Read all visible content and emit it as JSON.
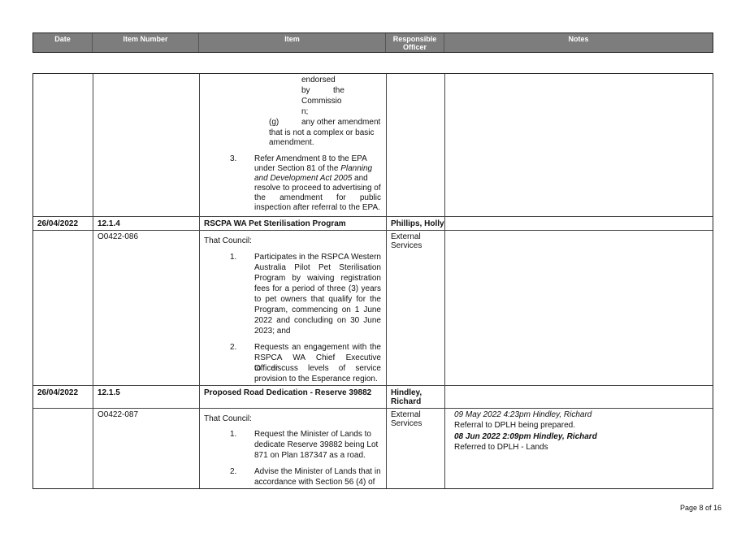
{
  "header": {
    "date": "Date",
    "item_number": "Item Number",
    "item": "Item",
    "responsible_officer": "Responsible Officer",
    "notes": "Notes"
  },
  "continued": {
    "lines": [
      "endorsed",
      "by",
      "the",
      "Commissio",
      "n;"
    ],
    "g_label": "(g)",
    "g_text_1": "any other amendment",
    "g_text_2": "that is not a complex or basic",
    "g_text_3": "amendment.",
    "item3_num": "3.",
    "item3_l1": "Refer Amendment 8 to the EPA",
    "item3_l2": "under Section 81 of the ",
    "item3_l2i": "Planning",
    "item3_l3i": "and Development Act 2005",
    "item3_l3": " and",
    "item3_l4": "resolve to proceed to advertising of",
    "item3_l5": "the amendment for public",
    "item3_l6": "inspection after referral to the EPA."
  },
  "rows": [
    {
      "date": "26/04/2022",
      "item_number": "12.1.4",
      "title": "RSCPA WA Pet Sterilisation Program",
      "officer": "Phillips, Holly",
      "ref": "O0422-086",
      "dept_1": "External",
      "dept_2": "Services",
      "intro": "That Council:",
      "p1_num": "1.",
      "p1": [
        "Participates in the RSPCA Western",
        "Australia Pilot Pet Sterilisation",
        "Program by waiving registration",
        "fees for a period of three (3) years",
        "to pet owners that qualify for the",
        "Program, commencing on 1 June",
        "2022 and concluding on 30 June",
        "2023; and"
      ],
      "p2_num": "2.",
      "p2": [
        "Requests an engagement with the",
        "RSPCA WA Chief Executive Officer",
        "to discuss levels of service",
        "provision to the Esperance region."
      ]
    },
    {
      "date": "26/04/2022",
      "item_number": "12.1.5",
      "title": "Proposed Road Dedication - Reserve 39882",
      "officer_1": "Hindley,",
      "officer_2": "Richard",
      "ref": "O0422-087",
      "dept_1": "External",
      "dept_2": "Services",
      "intro": "That Council:",
      "p1_num": "1.",
      "p1": [
        "Request the Minister of Lands to",
        "dedicate Reserve 39882 being Lot",
        "871 on Plan 187347 as a road."
      ],
      "p2_num": "2.",
      "p2": [
        "Advise the Minister of Lands that in",
        "accordance with Section 56 (4) of"
      ],
      "notes": [
        "09 May 2022 4:23pm Hindley, Richard",
        "Referral to DPLH being prepared.",
        "08 Jun 2022 2:09pm Hindley, Richard",
        "Referred to DPLH - Lands"
      ]
    }
  ],
  "footer": "Page 8 of 16"
}
